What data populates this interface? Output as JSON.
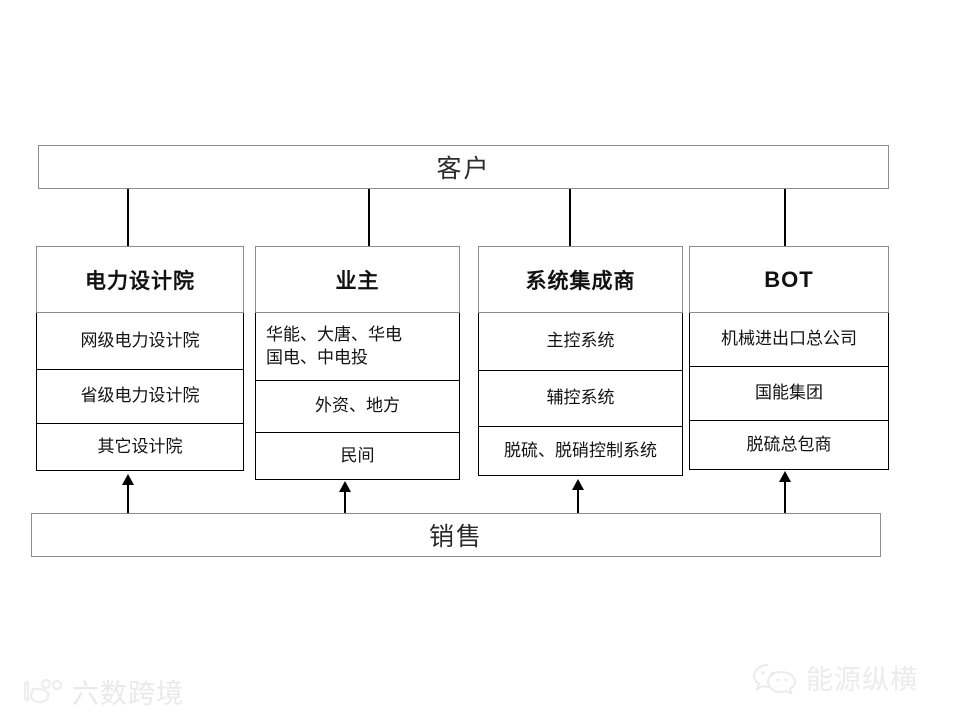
{
  "diagram": {
    "top_band": {
      "label": "客户"
    },
    "bottom_band": {
      "label": "销售"
    },
    "columns": [
      {
        "header": "电力设计院",
        "cells": [
          "网级电力设计院",
          "省级电力设计院",
          "其它设计院"
        ]
      },
      {
        "header": "业主",
        "cells": [
          "华能、大唐、华电\n国电、中电投",
          "外资、地方",
          "民间"
        ]
      },
      {
        "header": "系统集成商",
        "cells": [
          "主控系统",
          "辅控系统",
          "脱硫、脱硝控制系统"
        ]
      },
      {
        "header": "BOT",
        "cells": [
          "机械进出口总公司",
          "国能集团",
          "脱硫总包商"
        ]
      }
    ]
  },
  "watermarks": {
    "left": {
      "text": "六数跨境",
      "icon": "paw-logo-icon"
    },
    "right": {
      "text": "能源纵横",
      "icon": "wechat-icon"
    }
  },
  "colors": {
    "line": "#000000",
    "band_border": "#8d8d8d",
    "background": "#ffffff",
    "watermark": "#e9e9e9"
  }
}
